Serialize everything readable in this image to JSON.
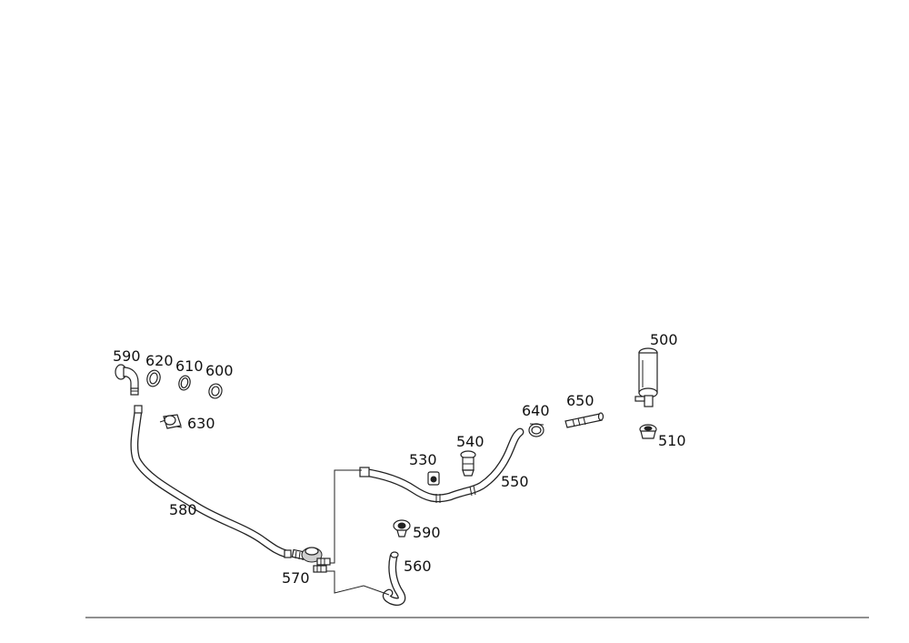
{
  "parts": [
    {
      "id": "p500",
      "label": "500"
    },
    {
      "id": "p510",
      "label": "510"
    },
    {
      "id": "p530",
      "label": "530"
    },
    {
      "id": "p540",
      "label": "540"
    },
    {
      "id": "p550",
      "label": "550"
    },
    {
      "id": "p560",
      "label": "560"
    },
    {
      "id": "p570",
      "label": "570"
    },
    {
      "id": "p580",
      "label": "580"
    },
    {
      "id": "p590a",
      "label": "590"
    },
    {
      "id": "p590b",
      "label": "590"
    },
    {
      "id": "p600",
      "label": "600"
    },
    {
      "id": "p610",
      "label": "610"
    },
    {
      "id": "p620",
      "label": "620"
    },
    {
      "id": "p630",
      "label": "630"
    },
    {
      "id": "p640",
      "label": "640"
    },
    {
      "id": "p650",
      "label": "650"
    }
  ]
}
